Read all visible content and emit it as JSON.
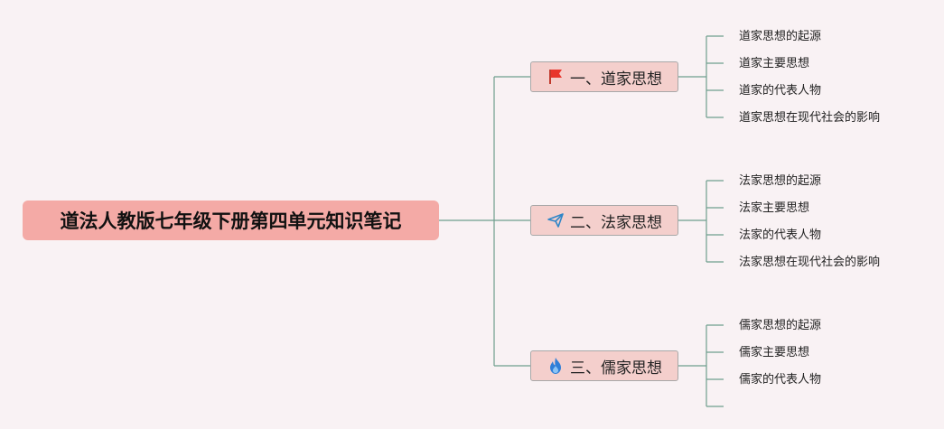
{
  "root": {
    "label": "道法人教版七年级下册第四单元知识笔记"
  },
  "colors": {
    "background": "#f9f2f4",
    "root_fill": "#f4aaa6",
    "branch_fill": "#f4cfcc",
    "connector": "#6f9e8e"
  },
  "branches": [
    {
      "label": "一、道家思想",
      "icon": "red-flag-icon",
      "items": [
        "道家思想的起源",
        "道家主要思想",
        "道家的代表人物",
        "道家思想在现代社会的影响"
      ]
    },
    {
      "label": "二、法家思想",
      "icon": "paper-plane-icon",
      "items": [
        "法家思想的起源",
        "法家主要思想",
        "法家的代表人物",
        "法家思想在现代社会的影响"
      ]
    },
    {
      "label": "三、儒家思想",
      "icon": "blue-flame-icon",
      "items": [
        "儒家思想的起源",
        "儒家主要思想",
        "儒家的代表人物",
        ""
      ]
    }
  ]
}
